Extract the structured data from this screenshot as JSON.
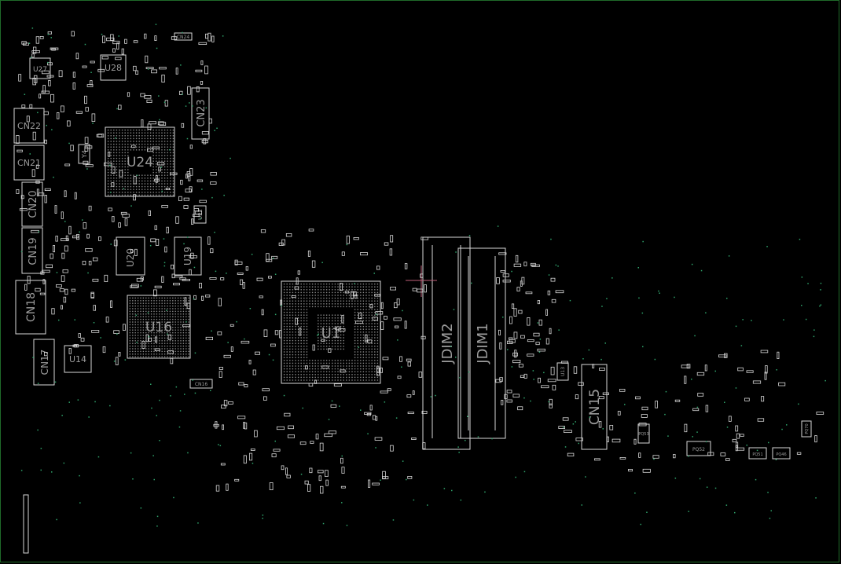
{
  "board": {
    "frame_color": "#1f6b2a",
    "component_color": "#d8d8d8",
    "label_color": "#9c9c9c",
    "via_color": "#2fa36b",
    "cursor_color": "#c0607a"
  },
  "labels": {
    "cn24": "CN24",
    "u27": "U27",
    "u28": "U28",
    "cn23": "CN23",
    "cn22": "CN22",
    "cn21": "CN21",
    "y4": "Y4",
    "u24": "U24",
    "cn20": "CN20",
    "u22": "U22",
    "cn19": "CN19",
    "u20": "U20",
    "u19": "U19",
    "cn18": "CN18",
    "u16": "U16",
    "cn17": "CN17",
    "u14": "U14",
    "cn16": "CN16",
    "u1": "U1",
    "jdim2": "JDIM2",
    "jdim1": "JDIM1",
    "u13": "U13",
    "cn15": "CN15",
    "pq52": "PQ52",
    "pq53": "PQ53",
    "pq51": "PQ51",
    "pq46": "PQ46",
    "pq70": "PQ70"
  }
}
